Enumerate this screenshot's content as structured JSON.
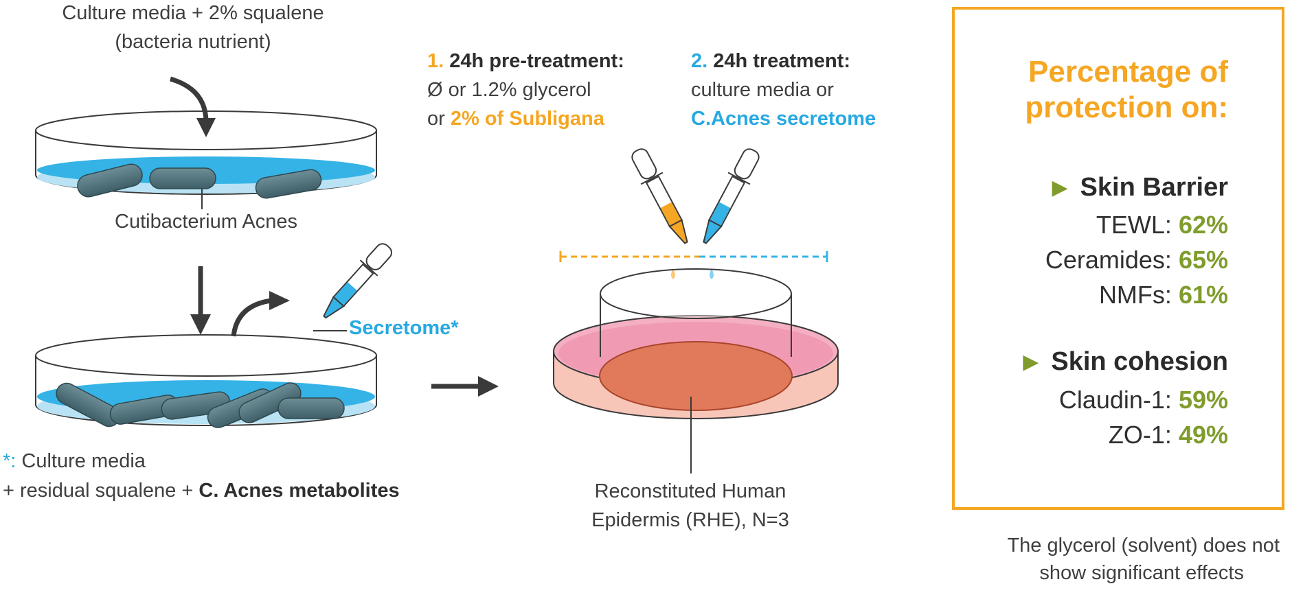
{
  "left": {
    "media_line1": "Culture media + 2% squalene",
    "media_line2": "(bacteria nutrient)",
    "bacteria_label": "Cutibacterium Acnes",
    "secretome_label": "Secretome*",
    "note_star": "*:",
    "note_line1": "Culture media",
    "note_line2_prefix": "+ residual squalene +",
    "note_line2_bold": "C. Acnes metabolites"
  },
  "steps": {
    "step1_num": "1.",
    "step1_title": "24h pre-treatment:",
    "step1_line2": "Ø or 1.2% glycerol",
    "step1_line3_prefix": "or",
    "step1_line3_highlight": "2% of Subligana",
    "step2_num": "2.",
    "step2_title": "24h treatment:",
    "step2_line2": "culture media or",
    "step2_line3": "C.Acnes secretome"
  },
  "rhe": {
    "line1": "Reconstituted Human",
    "line2": "Epidermis (RHE), N=3"
  },
  "results": {
    "heading_line1": "Percentage of",
    "heading_line2": "protection on:",
    "barrier_title": "Skin Barrier",
    "barrier_items": [
      {
        "label": "TEWL:",
        "value": "62%"
      },
      {
        "label": "Ceramides:",
        "value": "65%"
      },
      {
        "label": "NMFs:",
        "value": "61%"
      }
    ],
    "cohesion_title": "Skin cohesion",
    "cohesion_items": [
      {
        "label": "Claudin-1:",
        "value": "59%"
      },
      {
        "label": "ZO-1:",
        "value": "49%"
      }
    ]
  },
  "footnote": {
    "line1": "The glycerol (solvent) does not",
    "line2": "show significant effects"
  },
  "colors": {
    "orange": "#f5a623",
    "blue": "#27a9e1",
    "green": "#7f9c2c",
    "pink": "#f2a3b8",
    "tissue": "#e07a5a",
    "bacteria": "#4d6f78",
    "arrow": "#3a3a3a"
  },
  "icons": [
    "curved-arrow-down-icon",
    "arrow-down-icon",
    "curved-arrow-right-icon",
    "pipette-icon",
    "arrow-right-icon",
    "triangle-bullet-icon"
  ]
}
